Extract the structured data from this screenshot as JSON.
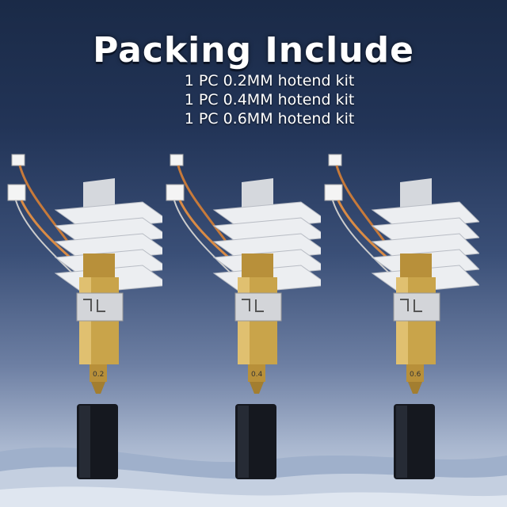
{
  "title": "Packing Include",
  "items": [
    "1 PC 0.2MM hotend kit",
    "1 PC 0.4MM hotend kit",
    "1 PC 0.6MM hotend kit"
  ],
  "kits": [
    {
      "nozzle_label": "0.2",
      "icon": "hotend-kit-icon"
    },
    {
      "nozzle_label": "0.4",
      "icon": "hotend-kit-icon"
    },
    {
      "nozzle_label": "0.6",
      "icon": "hotend-kit-icon"
    }
  ],
  "colors": {
    "background_top": "#1a2a47",
    "background_bottom": "#c8d2e2",
    "brass": "#c9a44a",
    "heatsink": "#e6e8ec",
    "sock": "#15181f"
  }
}
